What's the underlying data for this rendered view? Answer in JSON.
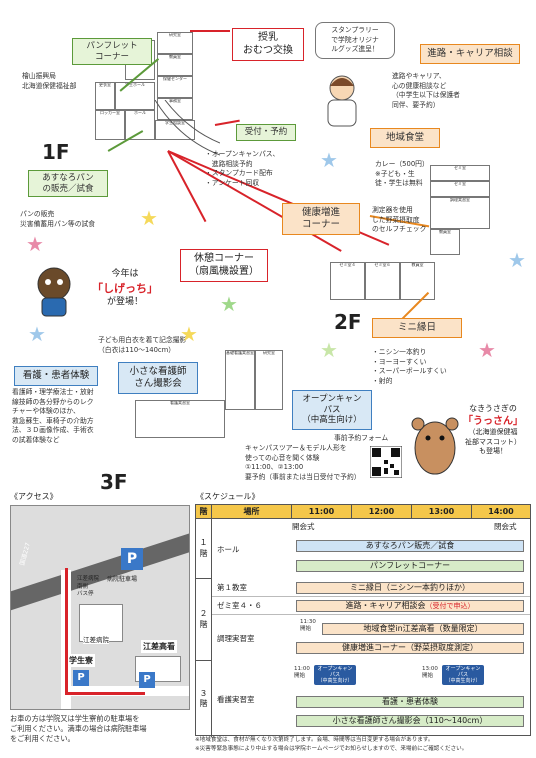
{
  "floors": {
    "f1": "1F",
    "f2": "2F",
    "f3": "3F"
  },
  "rooms_1f": {
    "r1": "研究室",
    "r2": "教員室",
    "r3": "保健センター",
    "r4": "学生ホール",
    "r5": "事務室",
    "r6": "ロッカー室",
    "r7": "ホール",
    "r8": "更衣室",
    "r9": "第１教室",
    "r10": "学生相談室"
  },
  "rooms_2f": {
    "r1": "ゼミ室",
    "r2": "ゼミ室",
    "r3": "調理実習室",
    "r4": "ゼミ室４",
    "r5": "ゼミ室６",
    "r6": "教員室",
    "r7": "教員室"
  },
  "rooms_3f": {
    "r1": "看護実習室",
    "r2": "基礎看護実習室",
    "r3": "研究室"
  },
  "callouts": {
    "pamphlet": "パンフレット\nコーナー",
    "pamphlet_note": "檜山振興局\n北海道保健福祉部",
    "nursing_room": "授乳\nおむつ交換",
    "stamp_rally": "スタンプラリー\nで学院オリジナ\nルグッズ進呈！",
    "career": "進路・キャリア相談",
    "career_note": "進路やキャリア、\n心の健康相談など\n（中学生以下は保護者\n同伴、要予約）",
    "reception": "受付・予約",
    "reception_note": "・オープンキャンパス、\n　進路相談予約\n・スタンプカード配布\n・アンケート回収",
    "bread": "あすなろパン\nの販売／試食",
    "bread_note": "パンの販売\n災害備蓄用パン等の試食",
    "cafeteria": "地域食堂",
    "cafeteria_note": "カレー（500円）\n※子ども・生\n徒・学生は無料",
    "health": "健康増進\nコーナー",
    "health_note": "測定器を使用\nした野菜摂取度\nのセルフチェック",
    "rest": "休憩コーナー\n（扇風機設置）",
    "mascot_1": "今年は",
    "mascot_1_name": "「しげっち」",
    "mascot_1_end": "が登場！",
    "festival": "ミニ縁日",
    "festival_note": "・ニシン一本釣り\n・ヨーヨーすくい\n・スーパーボールすくい\n・射的",
    "kids_photo_note": "子ども用白衣を着て記念撮影\n（白衣は110～140cm）",
    "nursing_exp": "看護・患者体験",
    "nursing_exp_note": "看護師・理学療法士・放射\n線技師の各分野からのレク\nチャーや体験のほか、\n救急蘇生、車椅子の介助方\n法、３Ｄ画像作成、手術衣\nの試着体験など",
    "little_nurse": "小さな看護師\nさん撮影会",
    "open_campus": "オープンキャンパス\n（中高生向け）",
    "open_campus_note": "キャンパスツアー＆モデル人形を\n使っての心音を聞く体験\n①11:00、②13:00\n要予約（事前または当日受付で予約）",
    "reserve_form": "事前予約フォーム",
    "mascot_2_intro": "なきうさぎの",
    "mascot_2_name": "「うっさん」",
    "mascot_2_desc": "（北海道保健福\n祉部マスコット）\nも登場！"
  },
  "access": {
    "title": "《アクセス》",
    "road": "国道227",
    "south_parking": "江差病院\n南側\nバス停",
    "hospital_parking": "病院駐車場",
    "hospital": "江差病院",
    "dormitory": "学生寮",
    "school": "江差高看",
    "parking_note": "お車の方は学院又は学生寮前の駐車場を\nご利用ください。満車の場合は病院駐車場\nをご利用ください。",
    "p_label": "P"
  },
  "schedule": {
    "title": "《スケジュール》",
    "header_floor": "階",
    "header_place": "場所",
    "times": [
      "11:00",
      "12:00",
      "13:00",
      "14:00"
    ],
    "floor1": "１\n階",
    "floor2": "２\n階",
    "floor3": "３\n階",
    "place_hall": "ホール",
    "place_classroom1": "第１教室",
    "place_seminar": "ゼミ室４・６",
    "place_cooking": "調理実習室",
    "place_nursing": "看護実習室",
    "opening": "開会式",
    "closing": "閉会式",
    "ev_bread": "あすなろパン販売／試食",
    "ev_pamphlet": "パンフレットコーナー",
    "ev_festival": "ミニ縁日（ニシン一本釣りほか）",
    "ev_career": "進路・キャリア相談会",
    "ev_career_note": "（受付で申込）",
    "ev_cafe_time": "11:30\n開始",
    "ev_cafe": "地域食堂in江差高看（数量限定）",
    "ev_health": "健康増進コーナー（野菜摂取度測定）",
    "ev_oc_time1": "11:00\n開始",
    "ev_oc_time2": "13:00\n開始",
    "ev_oc_badge": "オープンキャンパス\n（中高生向け）",
    "ev_nursing": "看護・患者体験",
    "ev_photo": "小さな看護師さん撮影会（110～140cm）",
    "footnote1": "※地域食堂は、食材が無くなり次第終了します。会場、時間等は当日変更する場合があります。",
    "footnote2": "※災害等緊急事態により中止する場合は学院ホームページでお知らせしますので、来場前にご確認ください。"
  },
  "colors": {
    "green": "#5c9a3a",
    "red": "#d8232a",
    "orange": "#e8881f",
    "blue": "#3f7fc0",
    "yellow": "#f5c74a"
  }
}
